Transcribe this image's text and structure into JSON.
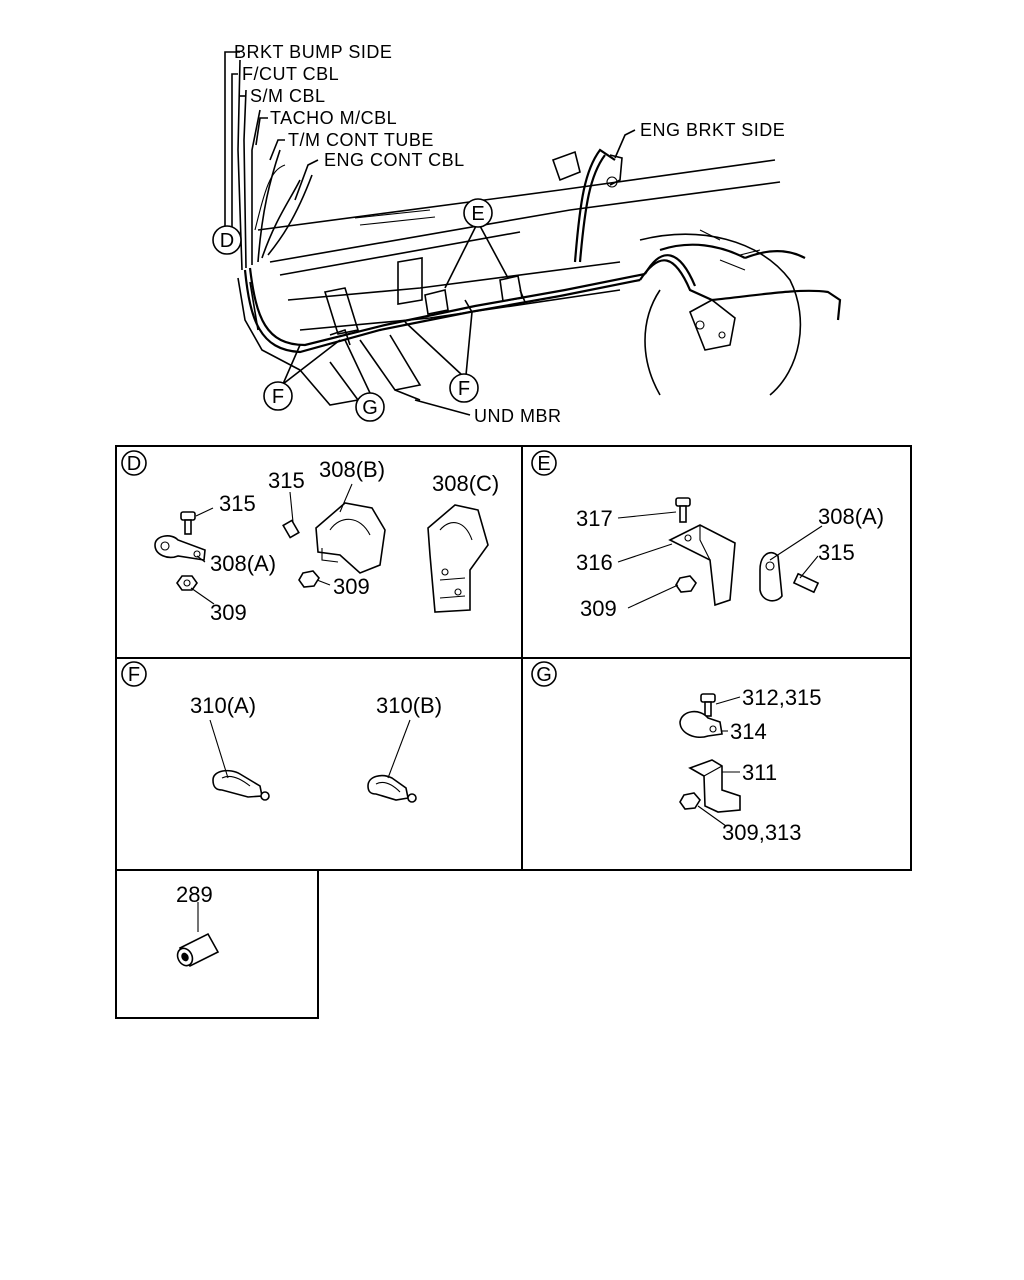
{
  "overview": {
    "labels": {
      "brkt_bump_side": "BRKT BUMP SIDE",
      "f_cut_cbl": "F/CUT CBL",
      "s_m_cbl": "S/M CBL",
      "tacho_m_cbl": "TACHO M/CBL",
      "t_m_cont_tube": "T/M CONT TUBE",
      "eng_cont_cbl": "ENG CONT CBL",
      "eng_brkt_side": "ENG BRKT SIDE",
      "und_mbr": "UND MBR"
    },
    "callouts": {
      "d": "D",
      "e": "E",
      "f": "F",
      "f2": "F",
      "g": "G"
    }
  },
  "panels": {
    "d": {
      "id": "D",
      "parts": {
        "p315a": "315",
        "p315b": "315",
        "p308b": "308(B)",
        "p308c": "308(C)",
        "p308a": "308(A)",
        "p309a": "309",
        "p309b": "309"
      }
    },
    "e": {
      "id": "E",
      "parts": {
        "p317": "317",
        "p316": "316",
        "p309": "309",
        "p308a": "308(A)",
        "p315": "315"
      }
    },
    "f": {
      "id": "F",
      "parts": {
        "p310a": "310(A)",
        "p310b": "310(B)"
      }
    },
    "g": {
      "id": "G",
      "parts": {
        "p312": "312,315",
        "p314": "314",
        "p311": "311",
        "p309": "309,313"
      }
    },
    "h": {
      "parts": {
        "p289": "289"
      }
    }
  }
}
